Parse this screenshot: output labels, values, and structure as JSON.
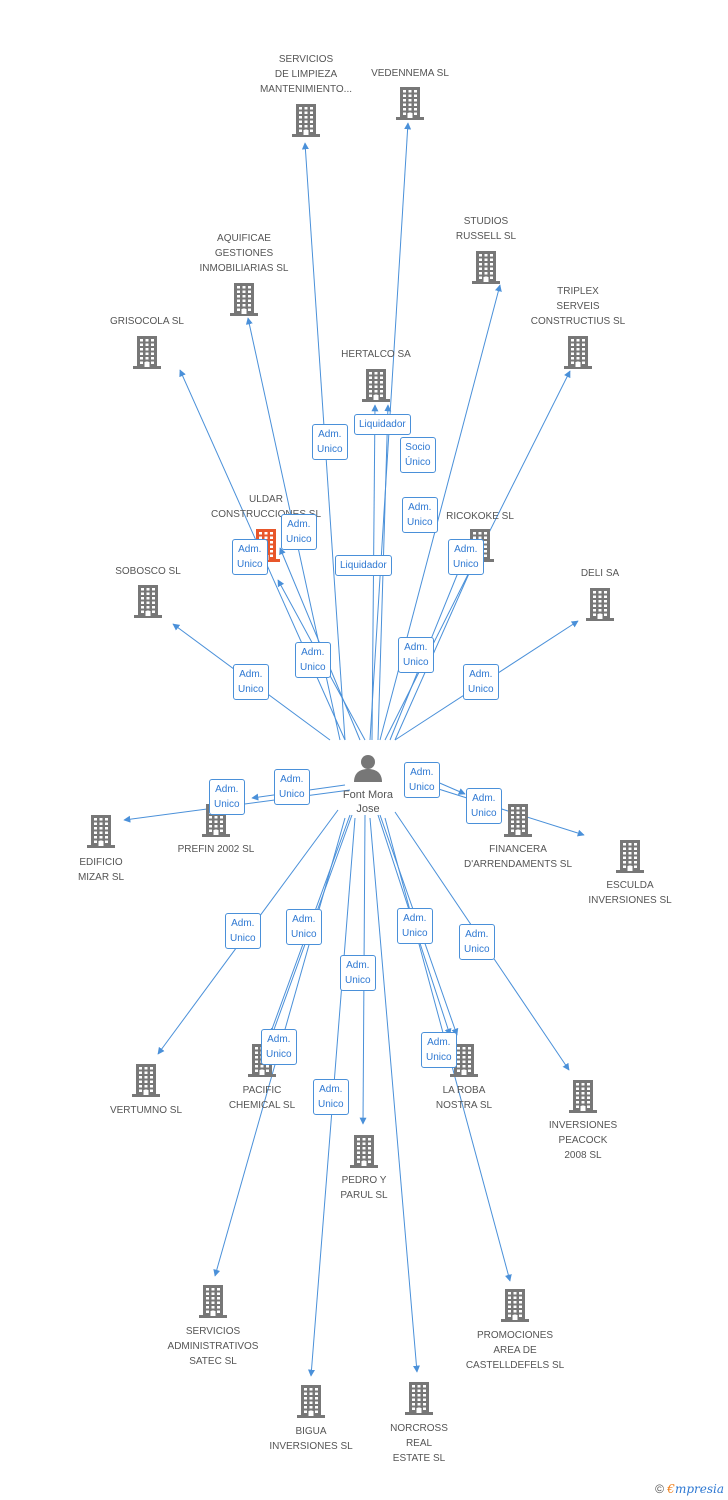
{
  "person": {
    "name": "Font Mora\nJose"
  },
  "colors": {
    "edge": "#4a90d9",
    "relation_text": "#2e78d2",
    "company_icon": "#777777",
    "highlight_icon": "#e8562a",
    "label_text": "#555555"
  },
  "companies": [
    {
      "name": "SERVICIOS\nDE LIMPIEZA\nMANTENIMIENTO..."
    },
    {
      "name": "VEDENNEMA SL"
    },
    {
      "name": "STUDIOS\nRUSSELL SL"
    },
    {
      "name": "AQUIFICAE\nGESTIONES\nINMOBILIARIAS SL"
    },
    {
      "name": "TRIPLEX\nSERVEIS\nCONSTRUCTIUS SL"
    },
    {
      "name": "GRISOCOLA SL"
    },
    {
      "name": "HERTALCO SA"
    },
    {
      "name": "ULDAR\nCONSTRUCCIONES SL",
      "highlight": true
    },
    {
      "name": "RICOKOKE SL"
    },
    {
      "name": "SOBOSCO SL"
    },
    {
      "name": "DELI SA"
    },
    {
      "name": "EDIFICIO\nMIZAR SL"
    },
    {
      "name": "PREFIN 2002 SL"
    },
    {
      "name": "FINANCERA\nD'ARRENDAMENTS SL"
    },
    {
      "name": "ESCULDA\nINVERSIONES SL"
    },
    {
      "name": "VERTUMNO SL"
    },
    {
      "name": "PACIFIC\nCHEMICAL SL"
    },
    {
      "name": "LA ROBA\nNOSTRA SL"
    },
    {
      "name": "INVERSIONES\nPEACOCK\n2008 SL"
    },
    {
      "name": "PEDRO Y\nPARUL SL"
    },
    {
      "name": "SERVICIOS\nADMINISTRATIVOS\nSATEC SL"
    },
    {
      "name": "PROMOCIONES\nAREA DE\nCASTELLDEFELS SL"
    },
    {
      "name": "BIGUA\nINVERSIONES SL"
    },
    {
      "name": "NORCROSS\nREAL\nESTATE SL"
    }
  ],
  "relations": [
    {
      "label": "Adm.\nUnico"
    },
    {
      "label": "Liquidador"
    },
    {
      "label": "Socio\nÚnico"
    },
    {
      "label": "Adm.\nUnico"
    },
    {
      "label": "Adm.\nUnico"
    },
    {
      "label": "Adm.\nUnico"
    },
    {
      "label": "Liquidador"
    },
    {
      "label": "Adm.\nUnico"
    },
    {
      "label": "Adm.\nUnico"
    },
    {
      "label": "Adm.\nUnico"
    },
    {
      "label": "Adm.\nUnico"
    },
    {
      "label": "Adm.\nUnico"
    },
    {
      "label": "Adm.\nUnico"
    },
    {
      "label": "Adm.\nUnico"
    },
    {
      "label": "Adm.\nUnico"
    },
    {
      "label": "Adm.\nUnico"
    },
    {
      "label": "Adm.\nUnico"
    },
    {
      "label": "Adm.\nUnico"
    },
    {
      "label": "Adm.\nUnico"
    },
    {
      "label": "Adm.\nUnico"
    },
    {
      "label": "Adm.\nUnico"
    },
    {
      "label": "Adm.\nUnico"
    },
    {
      "label": "Adm.\nUnico"
    },
    {
      "label": "Adm.\nUnico"
    }
  ],
  "brand": {
    "copyright": "©",
    "logo_e": "€",
    "logo_rest": "mpresia"
  }
}
